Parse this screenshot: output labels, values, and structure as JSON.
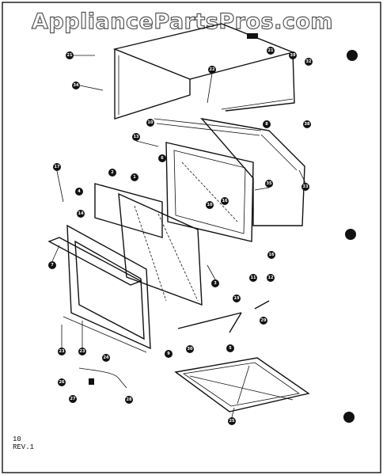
{
  "watermark": "AppliancePartsPros.com",
  "page": {
    "number": "10",
    "revision": "REV.1"
  },
  "callouts": [
    {
      "id": "c-21a",
      "label": "21"
    },
    {
      "id": "c-34a",
      "label": "34"
    },
    {
      "id": "c-22",
      "label": "22"
    },
    {
      "id": "c-21b",
      "label": "21"
    },
    {
      "id": "c-32",
      "label": "32"
    },
    {
      "id": "c-39",
      "label": "39"
    },
    {
      "id": "c-10a",
      "label": "10"
    },
    {
      "id": "c-8",
      "label": "8"
    },
    {
      "id": "c-13",
      "label": "13"
    },
    {
      "id": "c-38",
      "label": "38"
    },
    {
      "id": "c-6",
      "label": "6"
    },
    {
      "id": "c-17",
      "label": "17"
    },
    {
      "id": "c-2",
      "label": "2"
    },
    {
      "id": "c-1",
      "label": "1"
    },
    {
      "id": "c-35",
      "label": "35"
    },
    {
      "id": "c-33",
      "label": "33"
    },
    {
      "id": "c-4",
      "label": "4"
    },
    {
      "id": "c-10b",
      "label": "10"
    },
    {
      "id": "c-16a",
      "label": "16"
    },
    {
      "id": "c-14",
      "label": "14"
    },
    {
      "id": "c-7",
      "label": "7"
    },
    {
      "id": "c-16b",
      "label": "16"
    },
    {
      "id": "c-3",
      "label": "3"
    },
    {
      "id": "c-11",
      "label": "11"
    },
    {
      "id": "c-12",
      "label": "12"
    },
    {
      "id": "c-19",
      "label": "19"
    },
    {
      "id": "c-29",
      "label": "29"
    },
    {
      "id": "c-23a",
      "label": "23"
    },
    {
      "id": "c-23b",
      "label": "23"
    },
    {
      "id": "c-24",
      "label": "24"
    },
    {
      "id": "c-30",
      "label": "30"
    },
    {
      "id": "c-9",
      "label": "9"
    },
    {
      "id": "c-5",
      "label": "5"
    },
    {
      "id": "c-26",
      "label": "26"
    },
    {
      "id": "c-27",
      "label": "27"
    },
    {
      "id": "c-28",
      "label": "28"
    },
    {
      "id": "c-25",
      "label": "25"
    }
  ]
}
